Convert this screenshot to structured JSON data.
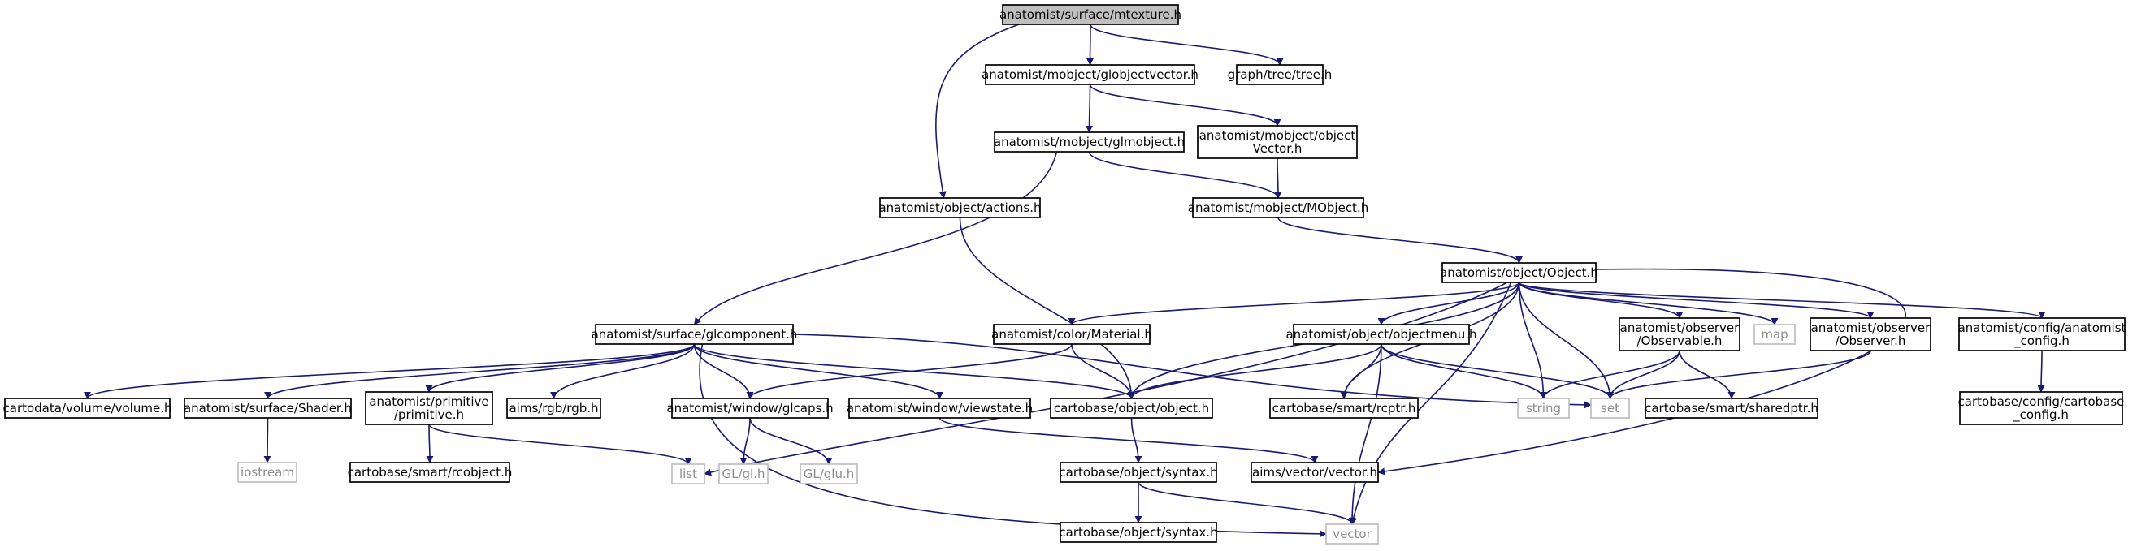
{
  "colors": {
    "edge": "#191970",
    "border": "#000000",
    "external_border": "#bfbfbf",
    "text": "#000000",
    "external_text": "#8c8c8c",
    "root_fill": "#bfbfbf",
    "fill": "#ffffff"
  },
  "nodes": {
    "n_mtexture": "anatomist/surface/mtexture.h",
    "n_globjectvector": "anatomist/mobject/globjectvector.h",
    "n_tree": "graph/tree/tree.h",
    "n_glmobject": "anatomist/mobject/glmobject.h",
    "n_objectvector": [
      "anatomist/mobject/object",
      "Vector.h"
    ],
    "n_actions": "anatomist/object/actions.h",
    "n_mobject": "anatomist/mobject/MObject.h",
    "n_object": "anatomist/object/Object.h",
    "n_glcomponent": "anatomist/surface/glcomponent.h",
    "n_material": "anatomist/color/Material.h",
    "n_objectmenu": "anatomist/object/objectmenu.h",
    "n_observable": [
      "anatomist/observer",
      "/Observable.h"
    ],
    "n_map": "map",
    "n_observer": [
      "anatomist/observer",
      "/Observer.h"
    ],
    "n_anaconfig": [
      "anatomist/config/anatomist",
      "_config.h"
    ],
    "n_volume": "cartodata/volume/volume.h",
    "n_shader": "anatomist/surface/Shader.h",
    "n_primitive": [
      "anatomist/primitive",
      "/primitive.h"
    ],
    "n_rgb": "aims/rgb/rgb.h",
    "n_glcaps": "anatomist/window/glcaps.h",
    "n_viewstate": "anatomist/window/viewstate.h",
    "n_cbobject": "cartobase/object/object.h",
    "n_rcptr": "cartobase/smart/rcptr.h",
    "n_string": "string",
    "n_set": "set",
    "n_sharedptr": "cartobase/smart/sharedptr.h",
    "n_cbconfig": [
      "cartobase/config/cartobase",
      "_config.h"
    ],
    "n_iostream": "iostream",
    "n_rcobject": "cartobase/smart/rcobject.h",
    "n_list": "list",
    "n_gl": "GL/gl.h",
    "n_glu": "GL/glu.h",
    "n_syntax": "cartobase/object/syntax.h",
    "n_aimsvector": "aims/vector/vector.h",
    "n_syntax2": "cartobase/object/syntax.h",
    "n_vector": "vector"
  }
}
